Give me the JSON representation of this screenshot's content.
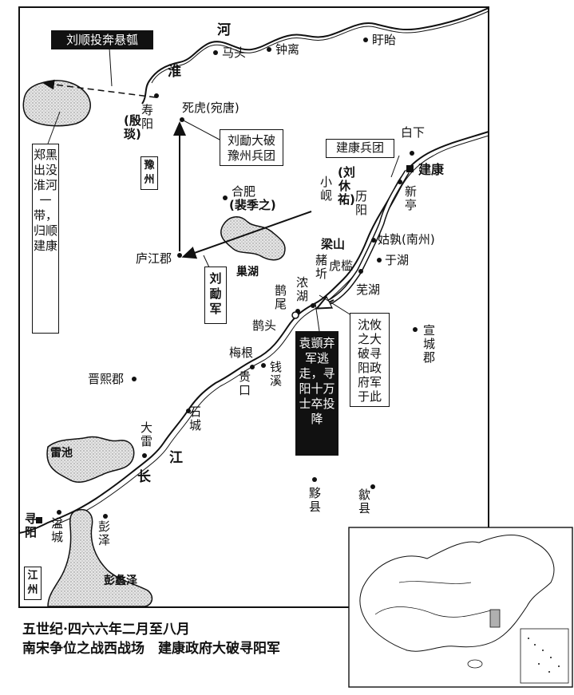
{
  "caption": {
    "line1": "五世纪·四六六年二月至八月",
    "line2": "南宋争位之战西战场　建康政府大破寻阳军"
  },
  "annotations": {
    "liu_shun_tou_ben": "刘顺投奔悬瓠",
    "zheng_hei": "郑黑出没淮河一带，归顺建康",
    "liu_mian_po_yuzhou": "刘勔大破豫州兵团",
    "jiankang_bingtuan": "建康兵团",
    "liu_mian_jun": "刘勔军",
    "shen_you_zhi": "沈攸之大破寻阳政府军于此",
    "yuan_yi": "袁顗弃军逃走，寻阳十万士卒投降"
  },
  "commanders": {
    "yin_yan": "(殷琰)",
    "liu_xiu_you": "(刘休祐)",
    "pei_ji_zhi": "(裴季之)"
  },
  "regions": {
    "yuzhou": "豫州",
    "jiangzhou": "江州"
  },
  "rivers": {
    "huai_he": [
      "淮",
      "河"
    ],
    "chang_jiang": [
      "长",
      "江"
    ]
  },
  "lakes": {
    "chaohu": "巢湖",
    "leichi": "雷池",
    "pengli": "彭蠡泽"
  },
  "places": {
    "matou": "马头",
    "zhongli": "钟离",
    "xuyi": "盱眙",
    "shouyang": "寿阳",
    "sihu": "死虎(宛唐)",
    "baixia": "白下",
    "jiankang": "建康",
    "xinting": "新亭",
    "hefei": "合肥",
    "xiaoxian": "小岘",
    "liyang": "历阳",
    "lujiang": "庐江郡",
    "liangshan": "梁山",
    "gushu": "姑孰(南州)",
    "yuhu": "于湖",
    "zhuqi": "赭圻",
    "nonghu": "浓湖",
    "hujian": "虎槛",
    "wuhu": "芜湖",
    "quewei": "鹊尾",
    "quetou": "鹊头",
    "xuancheng": "宣城郡",
    "meigen": "梅根",
    "qianxi": "钱溪",
    "guikou": "贵口",
    "jinxi": "晋熙郡",
    "shicheng": "石城",
    "dalei": "大雷",
    "yixian": "黟县",
    "shexian": "歙县",
    "xunyang": "寻阳",
    "pencheng": "湓城",
    "pengze": "彭泽"
  },
  "colors": {
    "ink": "#111111",
    "lake_fill": "#dcdcdc",
    "highlight": "#b0b0b0"
  },
  "inset": {
    "description_icon": "china-locator-map-icon"
  }
}
